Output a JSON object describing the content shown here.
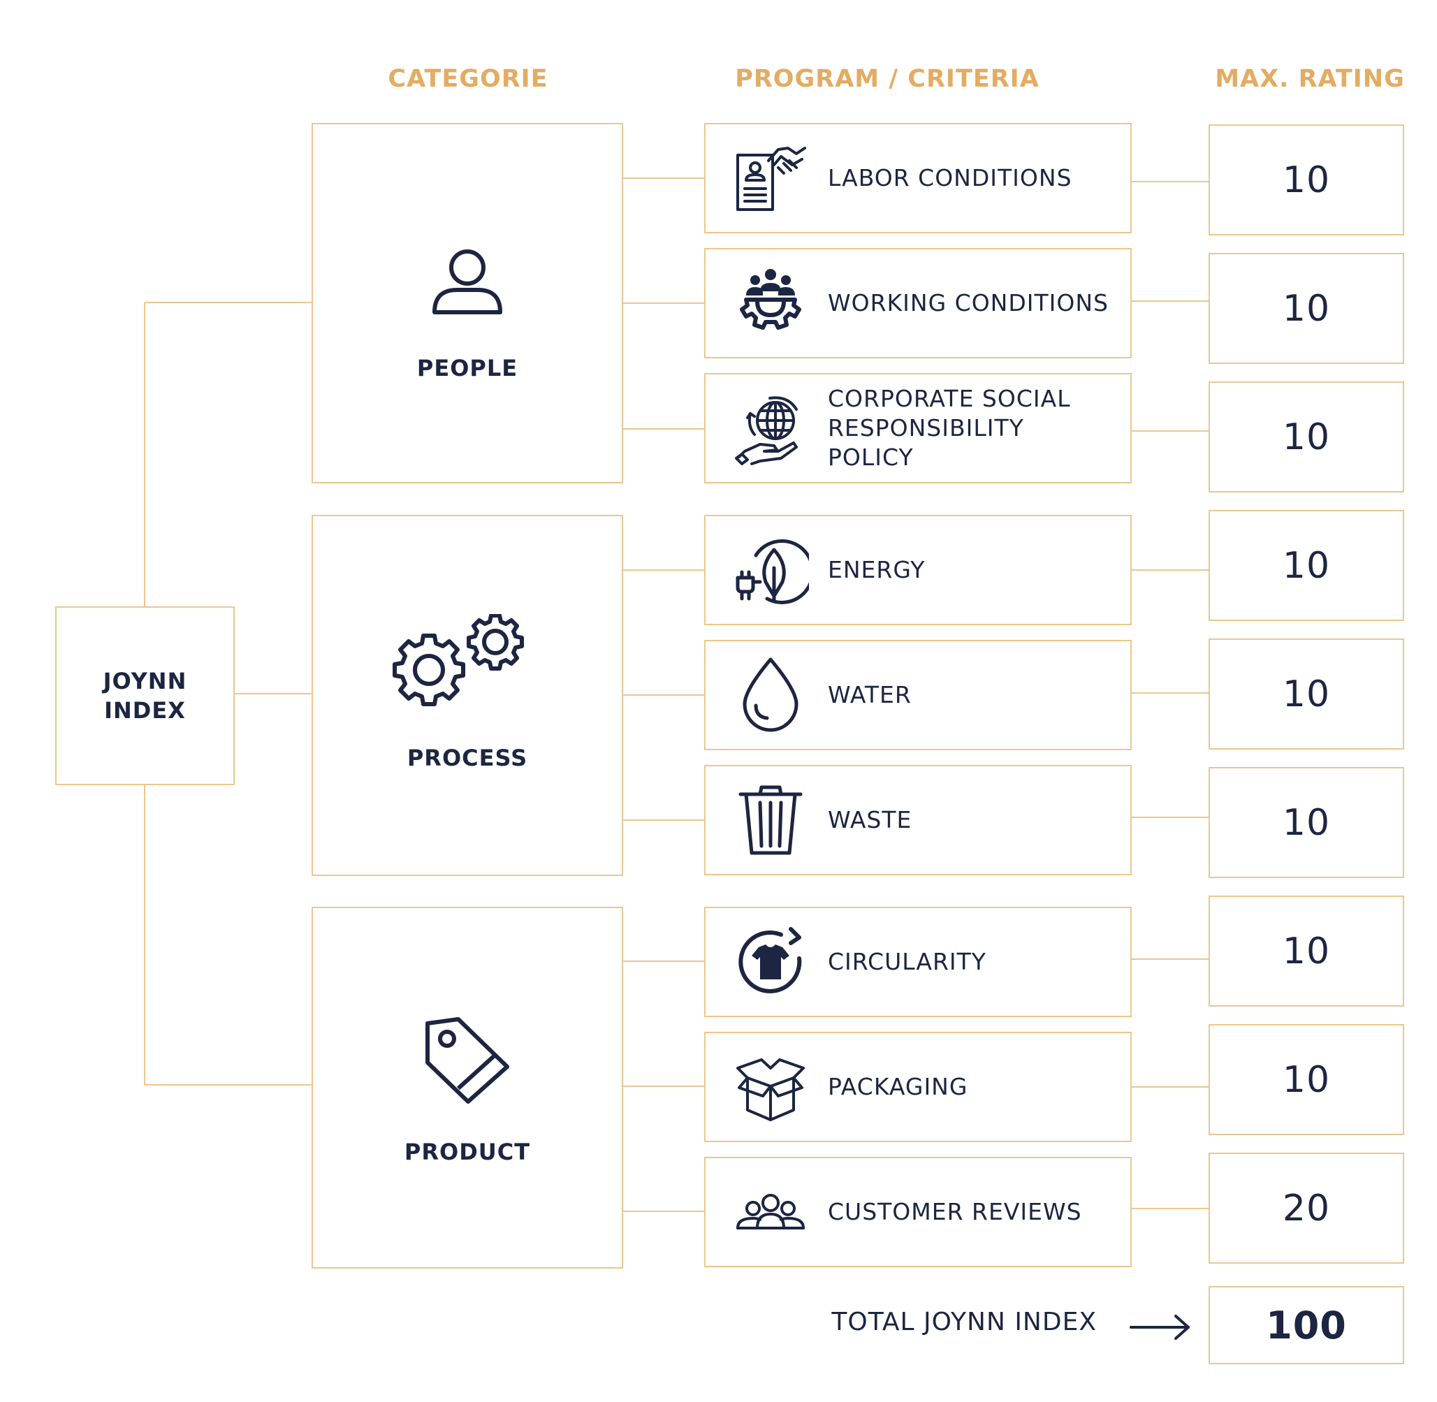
{
  "headers": {
    "category": "CATEGORIE",
    "criteria": "PROGRAM / CRITERIA",
    "rating": "MAX. RATING"
  },
  "root": {
    "label": "JOYNN\nINDEX"
  },
  "colors": {
    "accent": "#e3ac62",
    "border": "#ecc68f",
    "text": "#1c2541"
  },
  "categories": [
    {
      "label": "PEOPLE",
      "icon": "person-icon",
      "criteria": [
        {
          "label": "LABOR CONDITIONS",
          "icon": "contract-handshake-icon",
          "rating": "10"
        },
        {
          "label": "WORKING CONDITIONS",
          "icon": "team-gear-icon",
          "rating": "10"
        },
        {
          "label": "CORPORATE SOCIAL\nRESPONSIBILITY POLICY",
          "icon": "globe-hand-icon",
          "rating": "10"
        }
      ]
    },
    {
      "label": "PROCESS",
      "icon": "gears-icon",
      "criteria": [
        {
          "label": "ENERGY",
          "icon": "leaf-plug-icon",
          "rating": "10"
        },
        {
          "label": "WATER",
          "icon": "water-drop-icon",
          "rating": "10"
        },
        {
          "label": "WASTE",
          "icon": "trash-bin-icon",
          "rating": "10"
        }
      ]
    },
    {
      "label": "PRODUCT",
      "icon": "price-tag-icon",
      "criteria": [
        {
          "label": "CIRCULARITY",
          "icon": "shirt-cycle-icon",
          "rating": "10"
        },
        {
          "label": "PACKAGING",
          "icon": "open-box-icon",
          "rating": "10"
        },
        {
          "label": "CUSTOMER REVIEWS",
          "icon": "customers-icon",
          "rating": "20"
        }
      ]
    }
  ],
  "total": {
    "label": "TOTAL JOYNN INDEX",
    "value": "100",
    "arrow_icon": "arrow-right-icon"
  }
}
